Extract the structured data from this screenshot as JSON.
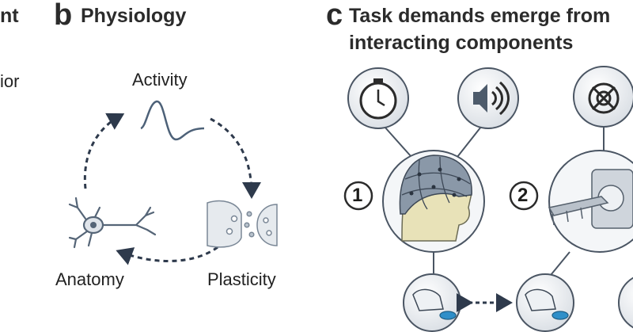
{
  "panel_a": {
    "title_fragment": "nt",
    "label_fragment": "ior"
  },
  "panel_b": {
    "letter": "b",
    "title": "Physiology",
    "labels": {
      "activity": "Activity",
      "anatomy": "Anatomy",
      "plasticity": "Plasticity"
    }
  },
  "panel_c": {
    "letter": "c",
    "title_line1": "Task demands emerge from",
    "title_line2": "interacting components",
    "badges": [
      "1",
      "2"
    ]
  },
  "colors": {
    "circle_outline": "#4a5563",
    "arrow": "#2e3a4c",
    "ink": "#2b2b2b",
    "sphere": "#e8ecf0"
  }
}
